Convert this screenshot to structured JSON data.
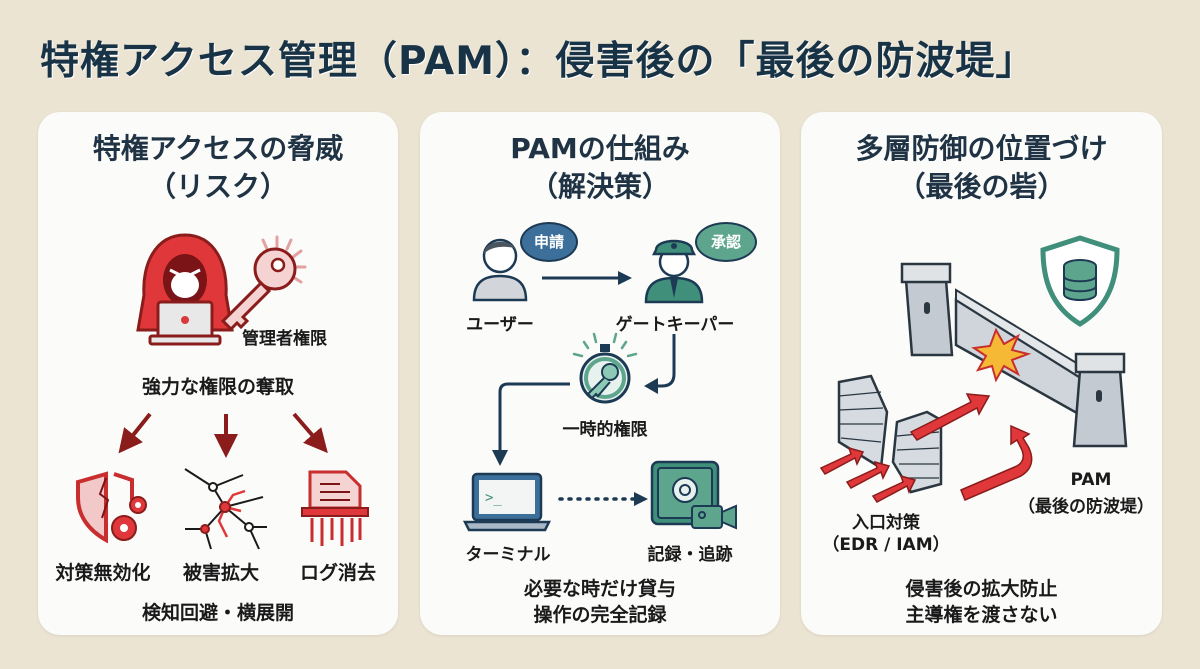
{
  "title": "特権アクセス管理（PAM）：侵害後の「最後の防波堤」",
  "colors": {
    "background": "#ebe4d3",
    "title": "#183246",
    "risk_red": "#d9393a",
    "dark_red": "#8a1c1c",
    "teal": "#3f8f7a",
    "navy": "#1d3a55",
    "blue": "#3c6f9a"
  },
  "panels": [
    {
      "title_line1": "特権アクセスの脅威",
      "title_line2": "（リスク）",
      "key_label": "管理者権限",
      "headline": "強力な権限の奪取",
      "effects": [
        "対策無効化",
        "被害拡大",
        "ログ消去"
      ],
      "footer": "検知回避・横展開"
    },
    {
      "title_line1": "PAMの仕組み",
      "title_line2": "（解決策）",
      "user_label": "ユーザー",
      "user_bubble": "申請",
      "gatekeeper_label": "ゲートキーパー",
      "gatekeeper_bubble": "承認",
      "temp_label": "一時的権限",
      "terminal_label": "ターミナル",
      "terminal_prompt": ">_",
      "record_label": "記録・追跡",
      "footer_line1": "必要な時だけ貸与",
      "footer_line2": "操作の完全記録"
    },
    {
      "title_line1": "多層防御の位置づけ",
      "title_line2": "（最後の砦）",
      "entry_label_line1": "入口対策",
      "entry_label_line2": "（EDR / IAM）",
      "pam_label_line1": "PAM",
      "pam_label_line2": "（最後の防波堤）",
      "footer_line1": "侵害後の拡大防止",
      "footer_line2": "主導権を渡さない"
    }
  ]
}
